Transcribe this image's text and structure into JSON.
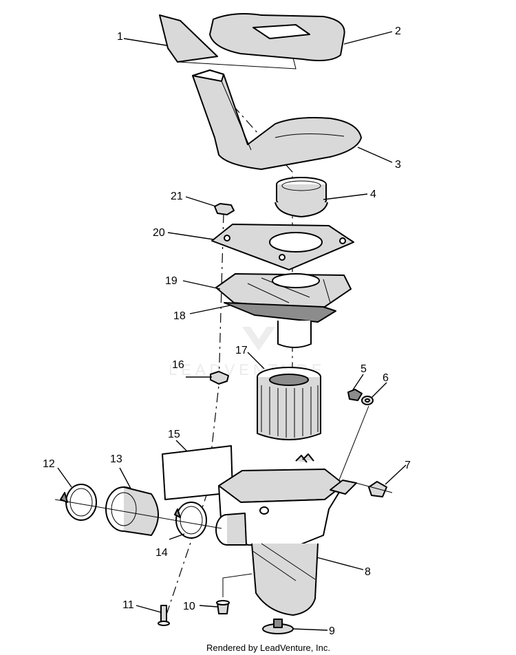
{
  "diagram": {
    "callouts": [
      "1",
      "2",
      "3",
      "4",
      "5",
      "6",
      "7",
      "8",
      "9",
      "10",
      "11",
      "12",
      "13",
      "14",
      "15",
      "16",
      "17",
      "18",
      "19",
      "20",
      "21"
    ],
    "watermark": "LEADVENTURE",
    "footer": "Rendered by LeadVenture, Inc."
  }
}
